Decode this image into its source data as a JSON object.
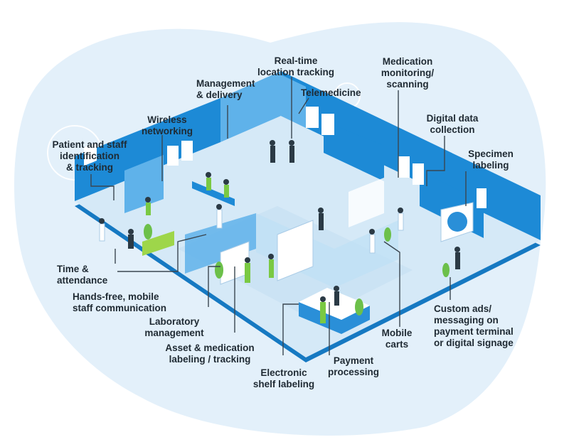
{
  "labels": {
    "real_time": "Real-time\nlocation tracking",
    "management_delivery": "Management\n& delivery",
    "telemedicine": "Telemedicine",
    "medication": "Medication\nmonitoring/\nscanning",
    "digital_data": "Digital data\ncollection",
    "specimen": "Specimen\nlabeling",
    "wireless": "Wireless\nnetworking",
    "patient_staff": "Patient and staff\nidentification\n& tracking",
    "time_attendance": "Time &\nattendance",
    "hands_free": "Hands-free, mobile\nstaff communication",
    "laboratory": "Laboratory\nmanagement",
    "asset": "Asset & medication\nlabeling / tracking",
    "electronic_shelf": "Electronic\nshelf labeling",
    "payment": "Payment\nprocessing",
    "mobile_carts": "Mobile\ncarts",
    "custom_ads": "Custom ads/\nmessaging on\npayment terminal\nor digital signage"
  },
  "colors": {
    "blob": "#e3f0fa",
    "floor": "#d5e9f7",
    "wall_dark": "#1d8ad6",
    "wall_light": "#5fb2ea",
    "base_edge": "#1679c2",
    "line": "#3a4650"
  }
}
